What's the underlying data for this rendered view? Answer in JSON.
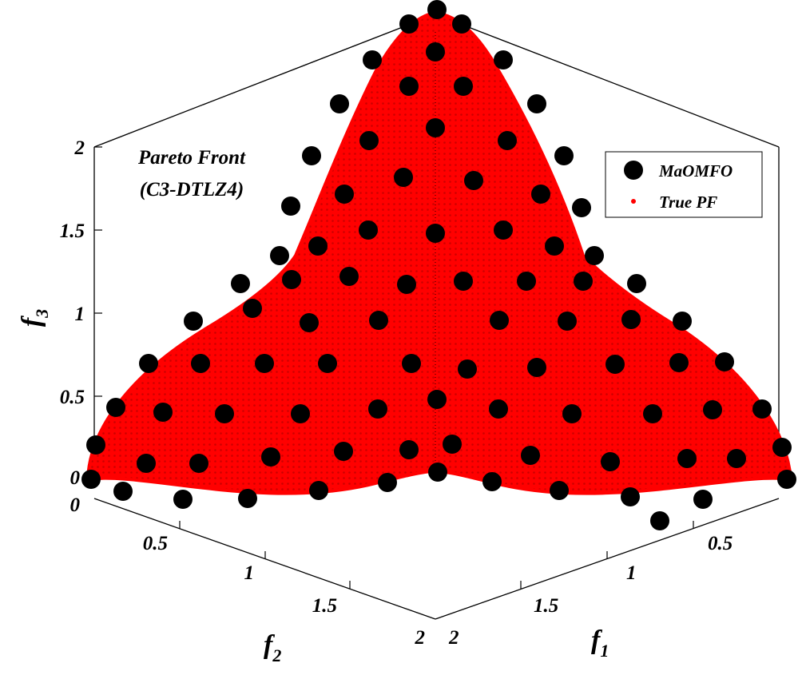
{
  "chart_data": {
    "type": "scatter",
    "projection": "3d",
    "annotation_lines": [
      "Pareto Front",
      "(C3-DTLZ4)"
    ],
    "axes": {
      "x": {
        "label": "f",
        "subscript": "1",
        "range": [
          0,
          2
        ],
        "ticks": [
          "0.5",
          "1",
          "1.5",
          "2"
        ]
      },
      "y": {
        "label": "f",
        "subscript": "2",
        "range": [
          0,
          2
        ],
        "ticks": [
          "0",
          "0.5",
          "1",
          "1.5",
          "2"
        ]
      },
      "z": {
        "label": "f",
        "subscript": "3",
        "range": [
          0,
          2
        ],
        "ticks": [
          "0",
          "0.5",
          "1",
          "1.5",
          "2"
        ]
      }
    },
    "legend_position": "top-right",
    "series": [
      {
        "name": "MaOMFO",
        "marker": "large filled circle",
        "color": "#000000"
      },
      {
        "name": "True PF",
        "marker": "small dot",
        "color": "#ff0000"
      }
    ],
    "grid": false
  }
}
